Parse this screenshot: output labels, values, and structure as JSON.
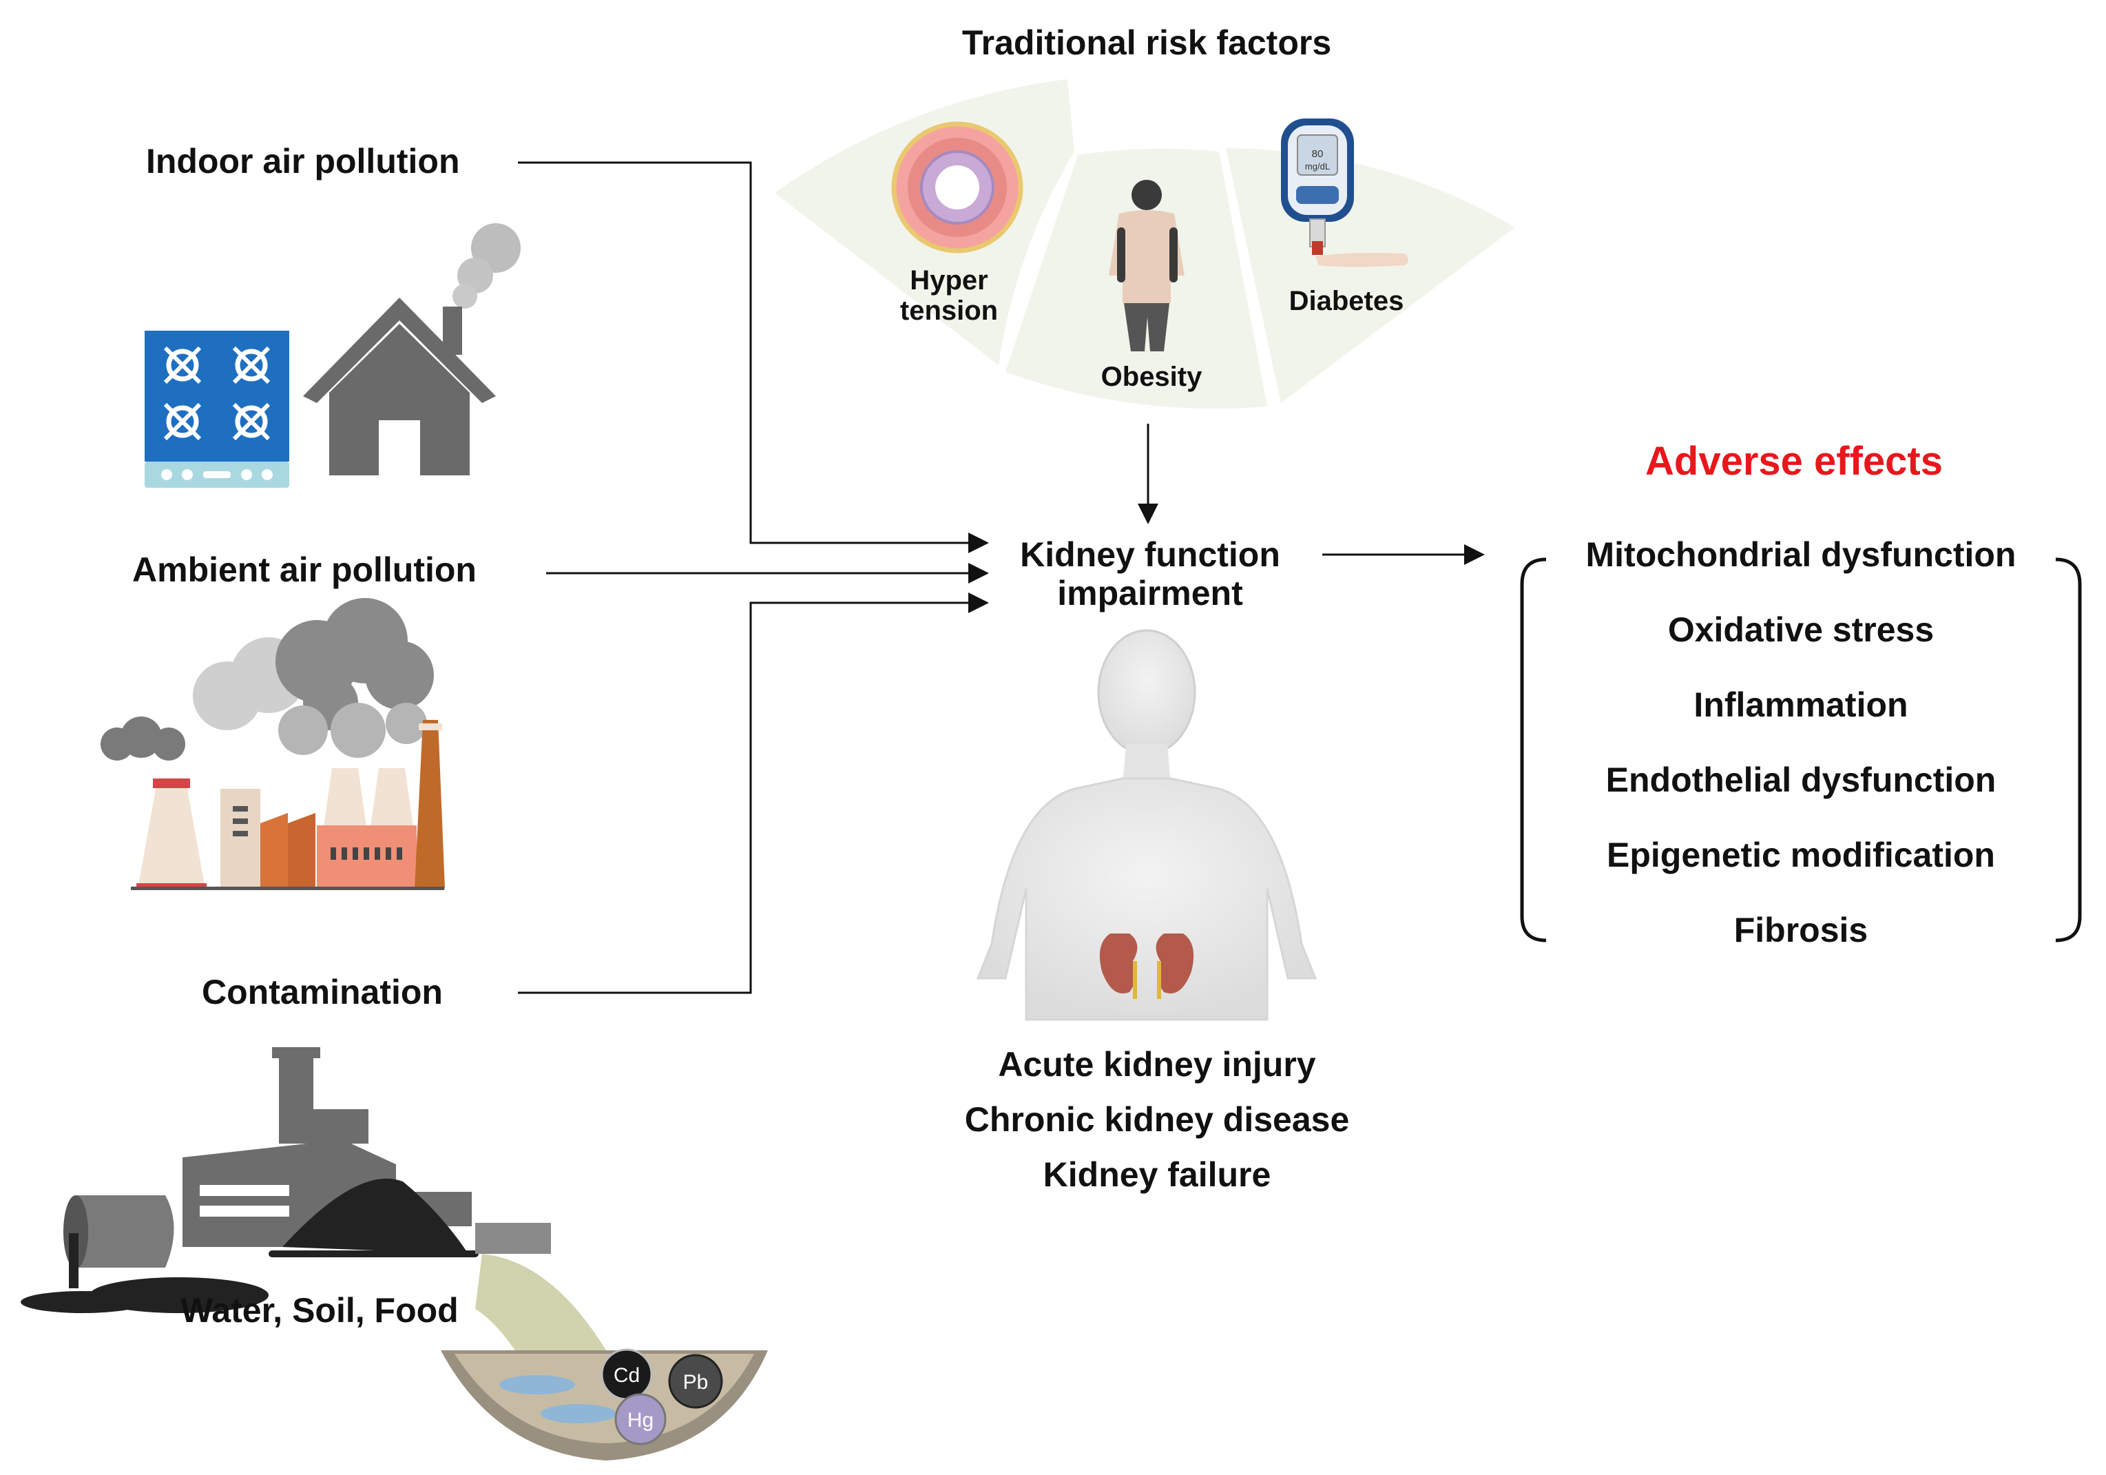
{
  "risk_factors": {
    "title": "Traditional risk factors",
    "hypertension": "Hyper tension",
    "hypertension_line1": "Hyper",
    "hypertension_line2": "tension",
    "obesity": "Obesity",
    "diabetes": "Diabetes",
    "glucometer_value": "80",
    "glucometer_unit": "mg/dL"
  },
  "sources": {
    "indoor": "Indoor air pollution",
    "ambient": "Ambient air pollution",
    "contamination": "Contamination",
    "media": "Water, Soil, Food"
  },
  "metals": [
    "Cd",
    "Pb",
    "Hg"
  ],
  "center": {
    "line1": "Kidney function",
    "line2": "impairment"
  },
  "outcomes": [
    "Acute kidney injury",
    "Chronic kidney disease",
    "Kidney failure"
  ],
  "adverse": {
    "title": "Adverse effects",
    "items": [
      "Mitochondrial dysfunction",
      "Oxidative stress",
      "Inflammation",
      "Endothelial dysfunction",
      "Epigenetic modification",
      "Fibrosis"
    ]
  },
  "colors": {
    "accent_red": "#e8171c",
    "fan_bg": "#f1f4ea",
    "stove_blue": "#1f6fc1",
    "house_gray": "#6a6a6a"
  }
}
